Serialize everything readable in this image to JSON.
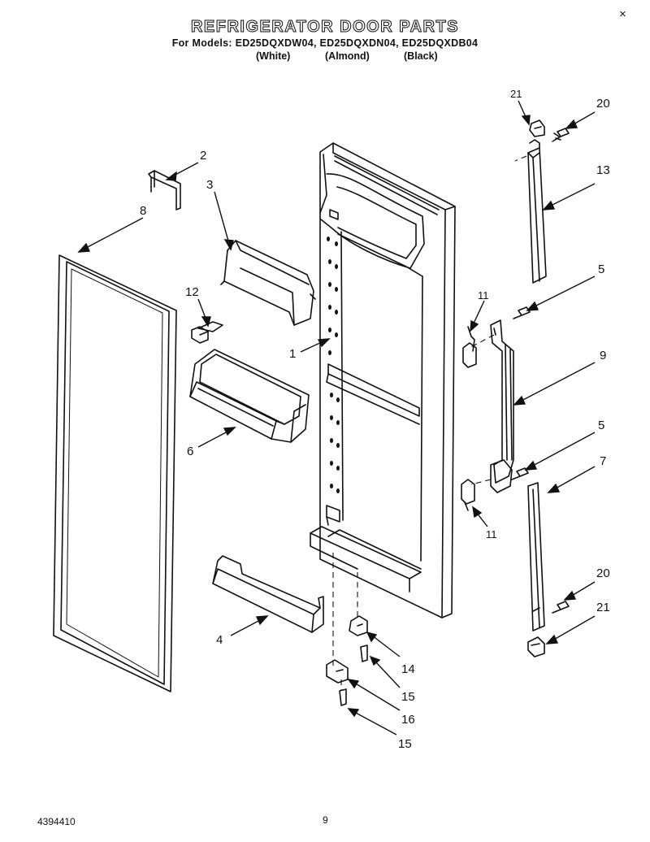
{
  "header": {
    "title": "REFRIGERATOR DOOR PARTS",
    "models": "For Models: ED25DQXDW04, ED25DQXDN04, ED25DQXDB04",
    "colors": [
      "(White)",
      "(Almond)",
      "(Black)"
    ]
  },
  "callouts": [
    "1",
    "2",
    "3",
    "4",
    "5",
    "5",
    "6",
    "7",
    "8",
    "9",
    "11",
    "11",
    "12",
    "13",
    "14",
    "15",
    "15",
    "16",
    "20",
    "20",
    "21",
    "21"
  ],
  "footer": {
    "doc_number": "4394410",
    "page_number": "9"
  },
  "page_marks": {
    "corner": "×"
  }
}
